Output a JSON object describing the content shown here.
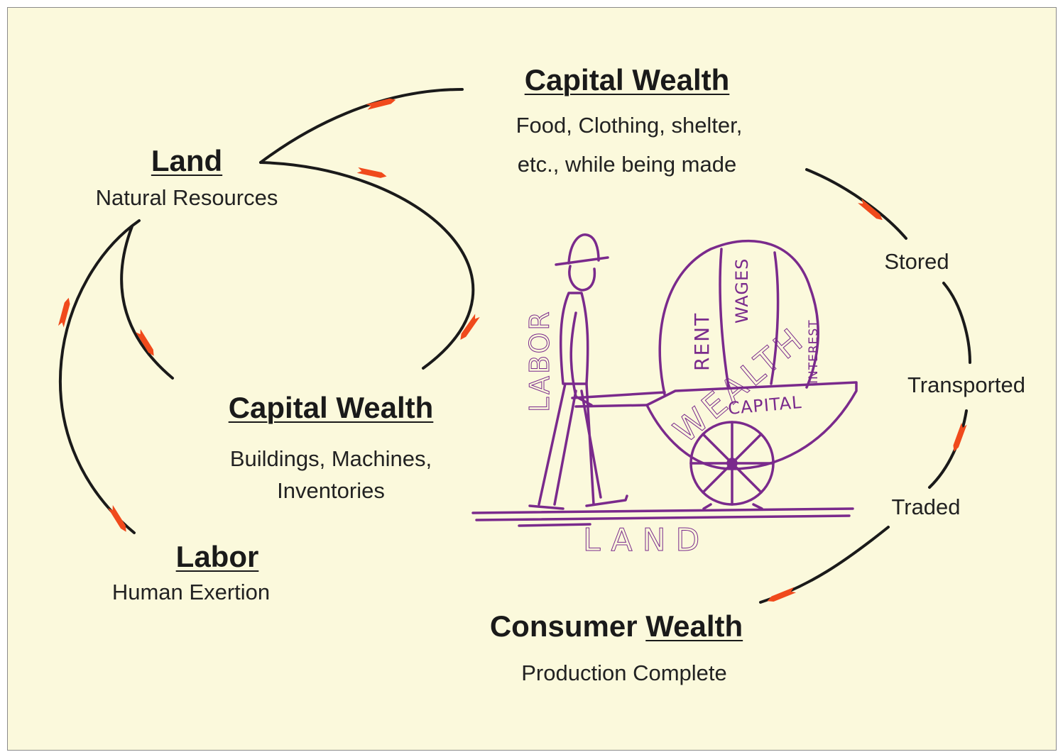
{
  "nodes": {
    "capital_wealth_top": {
      "title": "Capital Wealth",
      "line1": "Food, Clothing, shelter,",
      "line2": "etc., while being made"
    },
    "land": {
      "title": "Land",
      "subtitle": "Natural Resources"
    },
    "capital_wealth_mid": {
      "title": "Capital Wealth",
      "line1": "Buildings, Machines,",
      "line2": "Inventories"
    },
    "labor": {
      "title": "Labor",
      "subtitle": "Human Exertion"
    },
    "consumer_wealth": {
      "title_plain": "Consumer",
      "title_underlined": "Wealth",
      "subtitle": "Production Complete"
    }
  },
  "steps": {
    "stored": "Stored",
    "transported": "Transported",
    "traded": "Traded"
  },
  "illustration": {
    "labor": "LABOR",
    "rent": "RENT",
    "wages": "WAGES",
    "wealth": "WEALTH",
    "interest": "INTEREST",
    "capital": "CAPITAL",
    "land": "LAND"
  },
  "colors": {
    "background": "#fbf9dc",
    "line": "#1a1a1a",
    "arrow": "#f04a1c",
    "illustration": "#7a2a8c"
  }
}
